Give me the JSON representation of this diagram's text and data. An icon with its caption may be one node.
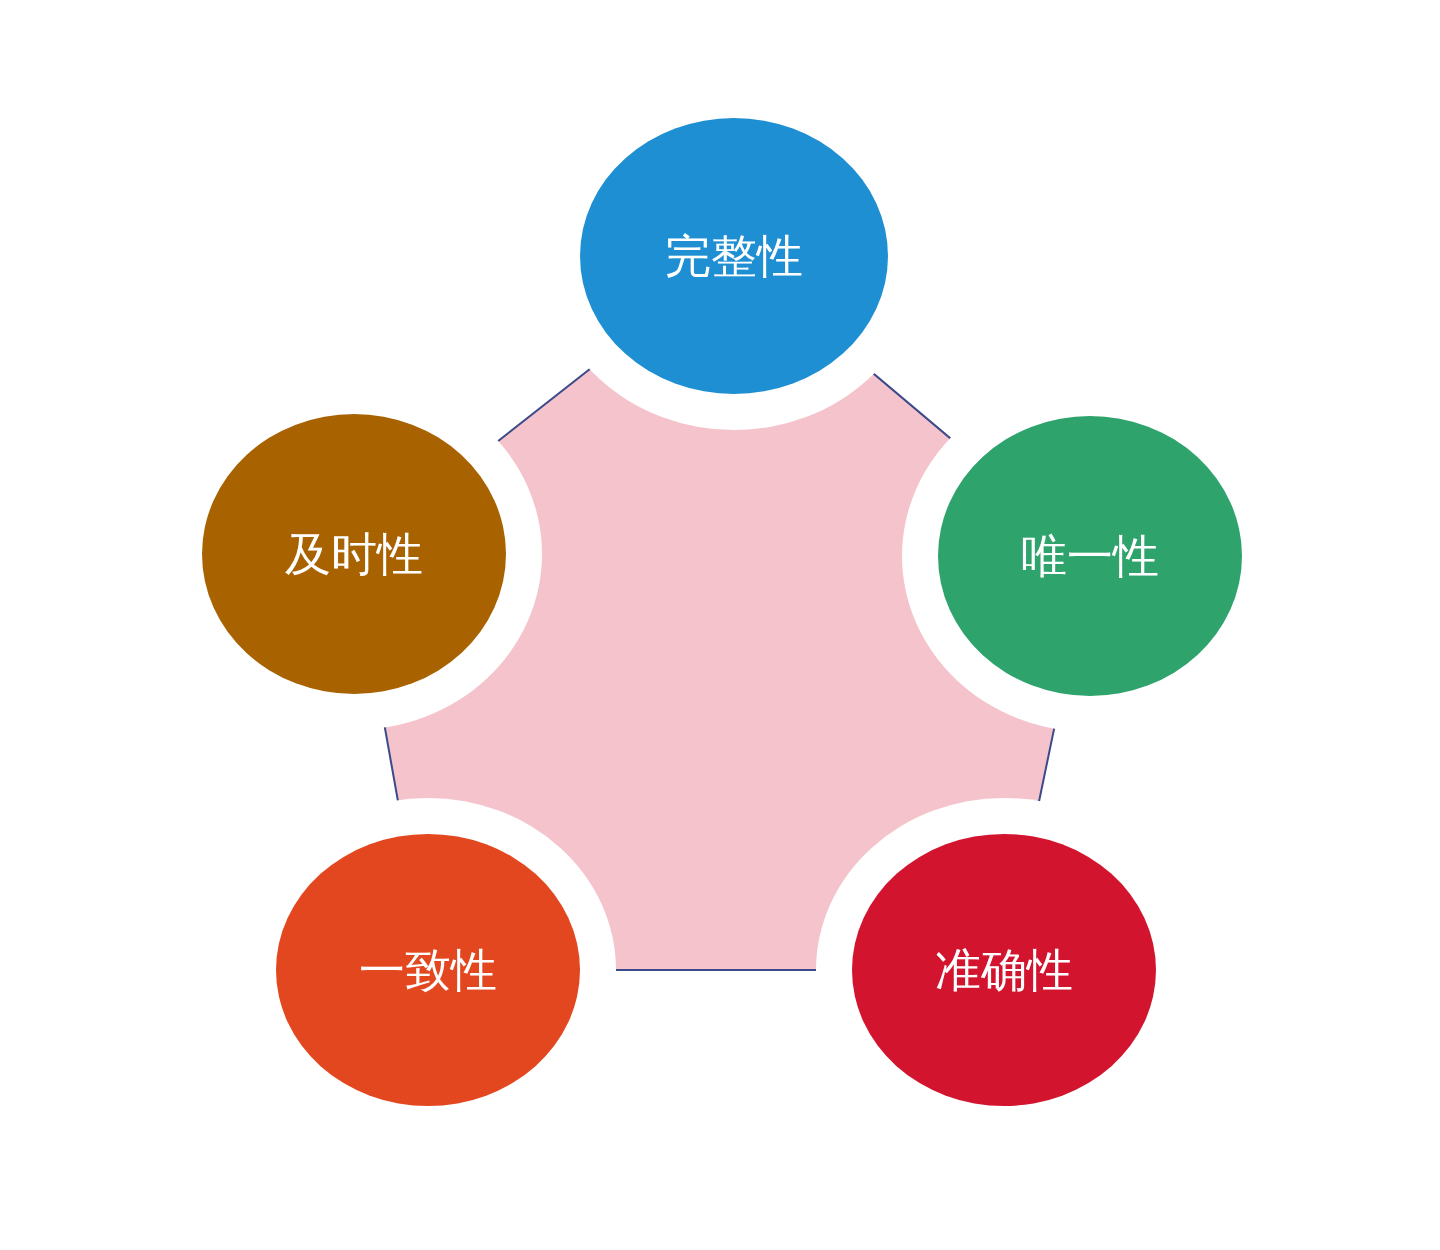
{
  "diagram": {
    "nodes": [
      {
        "text": [
          "完整性"
        ]
      },
      {
        "text": [
          "唯一性"
        ]
      },
      {
        "text": [
          "准确性"
        ]
      },
      {
        "text": [
          "一致性"
        ]
      },
      {
        "text": [
          "及时性"
        ]
      }
    ]
  }
}
